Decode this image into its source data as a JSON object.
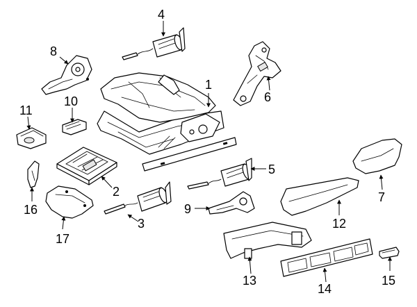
{
  "diagram": {
    "background": "#ffffff",
    "line_color": "#000000",
    "callouts": [
      {
        "id": "1",
        "label": "1"
      },
      {
        "id": "2",
        "label": "2"
      },
      {
        "id": "3",
        "label": "3"
      },
      {
        "id": "4",
        "label": "4"
      },
      {
        "id": "5",
        "label": "5"
      },
      {
        "id": "6",
        "label": "6"
      },
      {
        "id": "7",
        "label": "7"
      },
      {
        "id": "8",
        "label": "8"
      },
      {
        "id": "9",
        "label": "9"
      },
      {
        "id": "10",
        "label": "10"
      },
      {
        "id": "11",
        "label": "11"
      },
      {
        "id": "12",
        "label": "12"
      },
      {
        "id": "13",
        "label": "13"
      },
      {
        "id": "14",
        "label": "14"
      },
      {
        "id": "15",
        "label": "15"
      },
      {
        "id": "16",
        "label": "16"
      },
      {
        "id": "17",
        "label": "17"
      }
    ]
  }
}
